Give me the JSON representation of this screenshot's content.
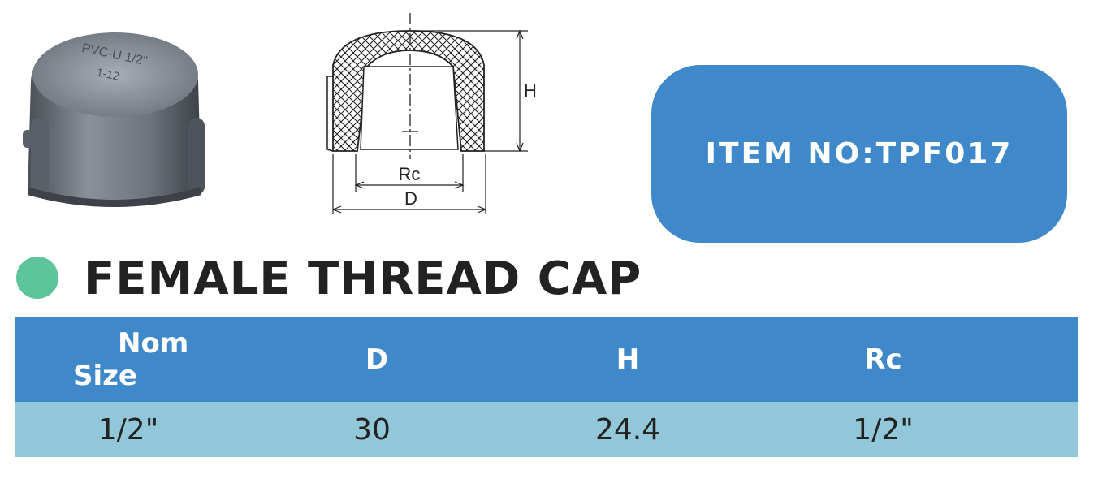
{
  "item_box": {
    "label": "ITEM NO:TPF017"
  },
  "title": "FEMALE THREAD CAP",
  "drawing": {
    "label_h": "H",
    "label_rc": "Rc",
    "label_d": "D"
  },
  "product_photo": {
    "embossed_text": [
      "PVC-U 1/2\"",
      "1-12"
    ]
  },
  "table": {
    "headers": {
      "nom_line1": "Nom",
      "nom_line2": "Size",
      "d": "D",
      "h": "H",
      "rc": "Rc"
    },
    "row": {
      "nom": "1/2\"",
      "d": "30",
      "h": "24.4",
      "rc": "1/2\""
    }
  },
  "colors": {
    "accent_blue": "#3f88c9",
    "row_teal": "#92c7d9",
    "dot_green": "#5ec49b"
  }
}
